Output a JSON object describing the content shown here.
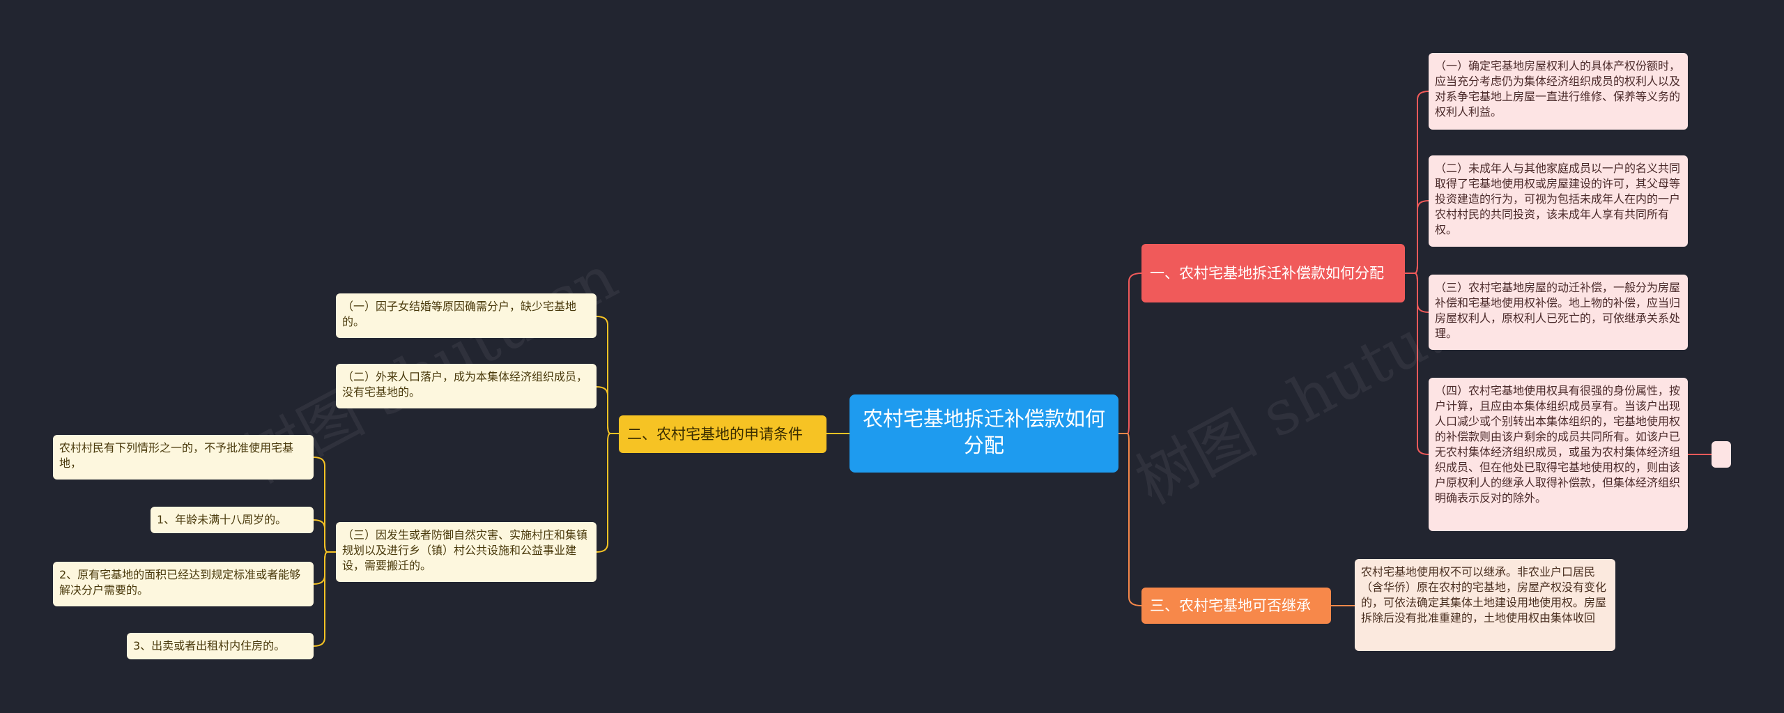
{
  "root": "农村宅基地拆迁补偿款如何分配",
  "branch1": {
    "label": "一、农村宅基地拆迁补偿款如何分配",
    "items": [
      "（一）确定宅基地房屋权利人的具体产权份额时，应当充分考虑仍为集体经济组织成员的权利人以及对系争宅基地上房屋一直进行维修、保养等义务的权利人利益。",
      "（二）未成年人与其他家庭成员以一户的名义共同取得了宅基地使用权或房屋建设的许可，其父母等投资建造的行为，可视为包括未成年人在内的一户农村村民的共同投资，该未成年人享有共同所有权。",
      "（三）农村宅基地房屋的动迁补偿，一般分为房屋补偿和宅基地使用权补偿。地上物的补偿，应当归房屋权利人，原权利人已死亡的，可依继承关系处理。",
      "（四）农村宅基地使用权具有很强的身份属性，按户计算，且应由本集体组织成员享有。当该户出现人口减少或个别转出本集体组织的，宅基地使用权的补偿款则由该户剩余的成员共同所有。如该户已无农村集体经济组织成员，或虽为农村集体经济组织成员、但在他处已取得宅基地使用权的，则由该户原权利人的继承人取得补偿款，但集体经济组织明确表示反对的除外。"
    ]
  },
  "branch2": {
    "label": "二、农村宅基地的申请条件",
    "items": [
      "（一）因子女结婚等原因确需分户，缺少宅基地的。",
      "（二）外来人口落户，成为本集体经济组织成员，没有宅基地的。",
      "（三）因发生或者防御自然灾害、实施村庄和集镇规划以及进行乡（镇）村公共设施和公益事业建设，需要搬迁的。"
    ],
    "subitems": [
      "农村村民有下列情形之一的，不予批准使用宅基地，",
      "1、年龄未满十八周岁的。",
      "2、原有宅基地的面积已经达到规定标准或者能够解决分户需要的。",
      "3、出卖或者出租村内住房的。"
    ]
  },
  "branch3": {
    "label": "三、农村宅基地可否继承",
    "items": [
      "农村宅基地使用权不可以继承。非农业户口居民（含华侨）原在农村的宅基地，房屋产权没有变化的，可依法确定其集体土地建设用地使用权。房屋拆除后没有批准重建的，土地使用权由集体收回"
    ]
  },
  "watermark": "树图 shutu.cn",
  "colors": {
    "root": "#1e9bef",
    "branch1": "#f05a5a",
    "branch2": "#f6c324",
    "branch3": "#f7884a",
    "leaf_pink": "#fde4e4",
    "leaf_cream": "#fdf7de",
    "leaf_peach": "#fbe9de",
    "background": "#222530"
  }
}
